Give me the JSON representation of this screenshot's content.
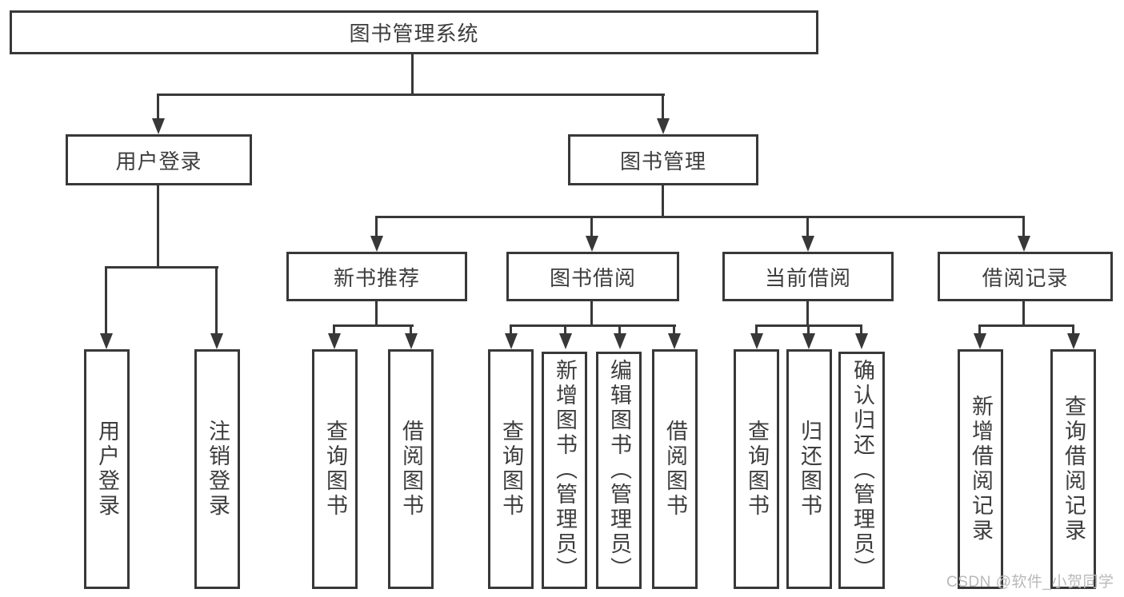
{
  "root": {
    "label": "图书管理系统"
  },
  "level2": {
    "user_login": "用户登录",
    "book_mgmt": "图书管理"
  },
  "level3": {
    "new_books": "新书推荐",
    "book_borrow": "图书借阅",
    "current_borrow": "当前借阅",
    "borrow_records": "借阅记录"
  },
  "leaves": {
    "user_login": [
      "用户登录",
      "注销登录"
    ],
    "new_books": [
      "查询图书",
      "借阅图书"
    ],
    "book_borrow": [
      "查询图书",
      "新增图书（管理员）",
      "编辑图书（管理员）",
      "借阅图书"
    ],
    "current_borrow": [
      "查询图书",
      "归还图书",
      "确认归还（管理员）"
    ],
    "borrow_records": [
      "新增借阅记录",
      "查询借阅记录"
    ]
  },
  "watermark": "CSDN @软件_小贺同学",
  "colors": {
    "line": "#383838",
    "text": "#3d3d3d",
    "watermark": "#b9b9b9",
    "background": "#ffffff"
  }
}
